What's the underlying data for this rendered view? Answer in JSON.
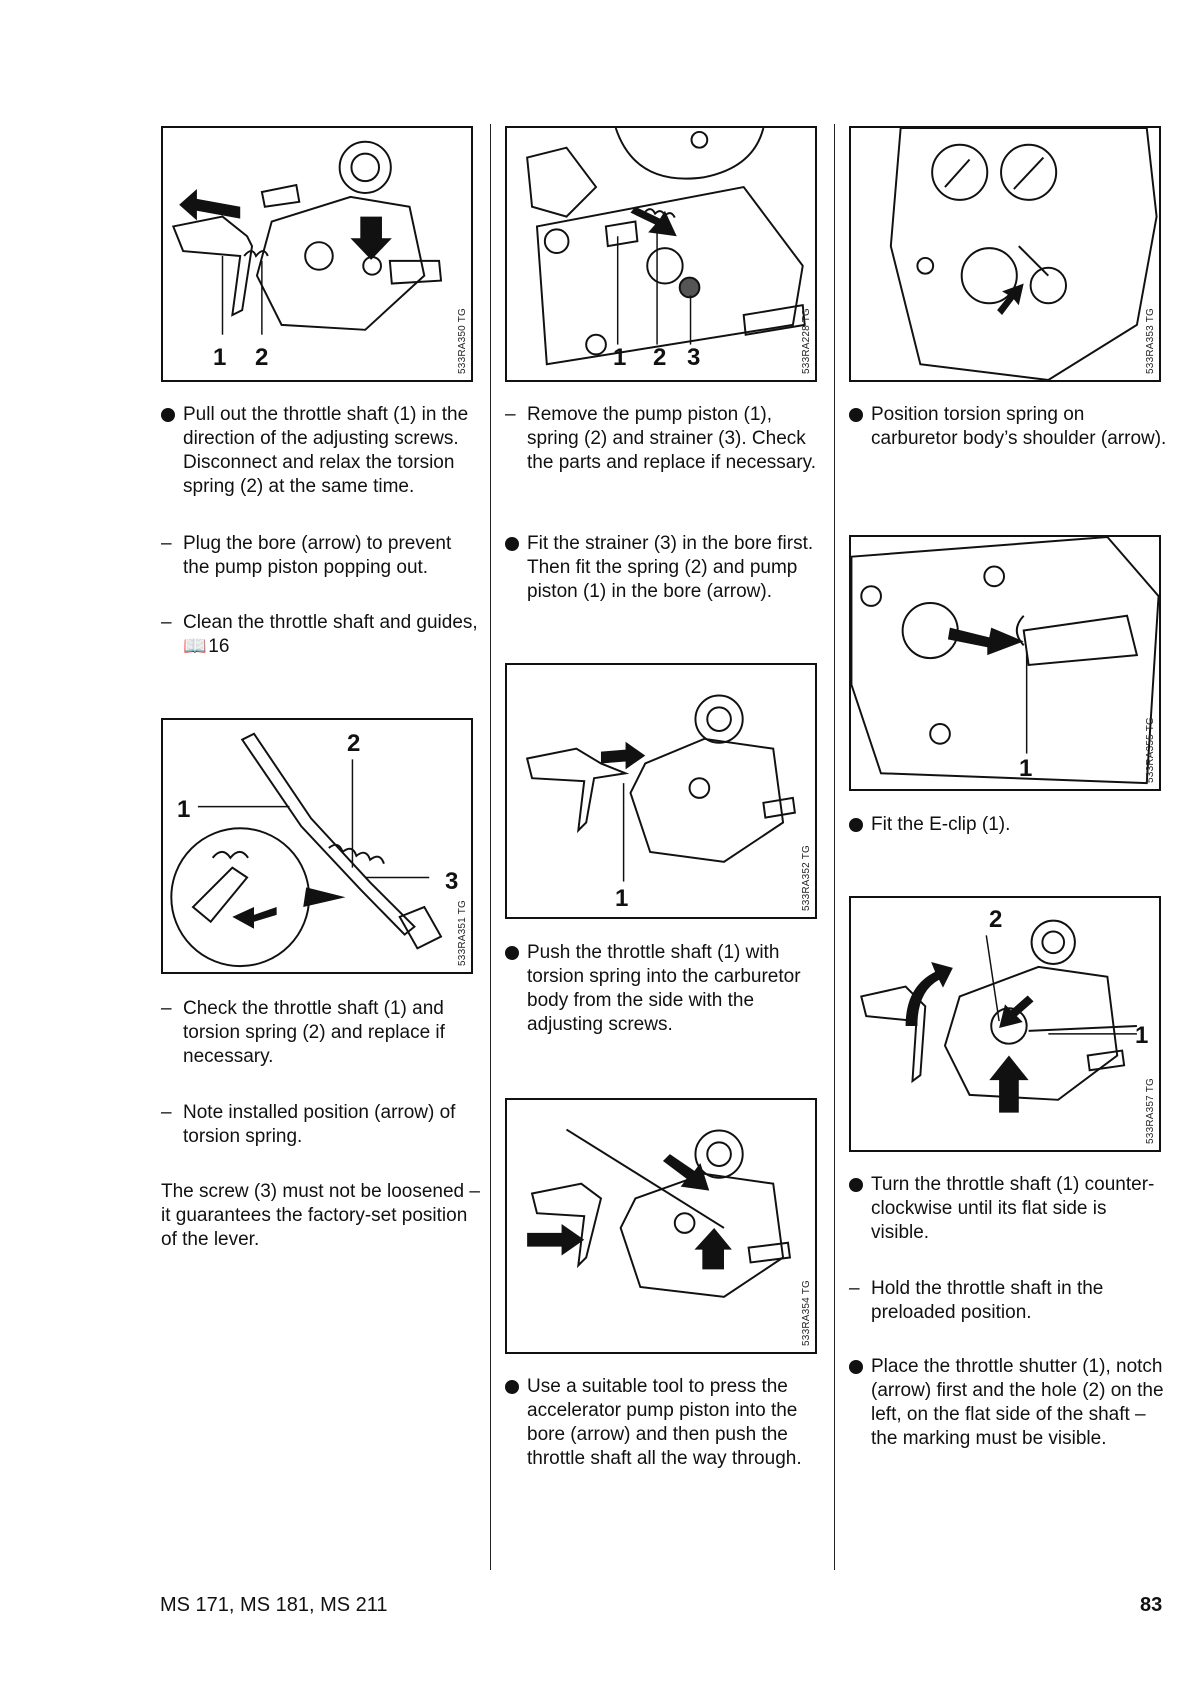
{
  "figures": {
    "f350": {
      "code": "533RA350 TG",
      "labels": [
        "1",
        "2"
      ]
    },
    "f228": {
      "code": "533RA228 TG",
      "labels": [
        "1",
        "2",
        "3"
      ]
    },
    "f353": {
      "code": "533RA353 TG"
    },
    "f351": {
      "code": "533RA351 TG",
      "labels": [
        "1",
        "2",
        "3"
      ]
    },
    "f352": {
      "code": "533RA352 TG",
      "labels": [
        "1"
      ]
    },
    "f355": {
      "code": "533RA355 TG",
      "labels": [
        "1"
      ]
    },
    "f357": {
      "code": "533RA357 TG",
      "labels": [
        "1",
        "2"
      ]
    },
    "f354": {
      "code": "533RA354 TG"
    }
  },
  "col1": {
    "p1": "Pull out the throttle shaft (1) in the direction of the adjusting screws. Disconnect and relax the torsion spring (2) at the same time.",
    "p2": "Plug the bore (arrow) to prevent the pump piston popping out.",
    "p3_text": "Clean the throttle shaft and guides,",
    "p3_ref": "16",
    "p4": "Check the throttle shaft (1) and torsion spring (2) and replace if necessary.",
    "p5": "Note installed position (arrow) of torsion spring.",
    "p6": "The screw (3) must not be loosened – it guarantees the factory-set position of the lever."
  },
  "col2": {
    "p1": "Remove the pump piston (1), spring (2) and strainer (3). Check the parts and replace if necessary.",
    "p2": "Fit the strainer (3) in the bore first. Then fit the spring (2) and pump piston (1) in the bore (arrow).",
    "p3": "Push the throttle shaft (1) with torsion spring into the carburetor body from the side with the adjusting screws.",
    "p4": "Use a suitable tool to press the accelerator pump piston into the bore (arrow) and then push the throttle shaft all the way through."
  },
  "col3": {
    "p1": "Position torsion spring on carburetor body’s shoulder (arrow).",
    "p2": "Fit the E-clip (1).",
    "p3": "Turn the throttle shaft (1) counter-clockwise until its flat side is visible.",
    "p4": "Hold the throttle shaft in the preloaded position.",
    "p5": "Place the throttle shutter (1), notch (arrow) first and the hole (2) on the left, on the flat side of the shaft – the marking must be visible."
  },
  "dash": "–",
  "footer": {
    "models": "MS 171, MS 181, MS 211",
    "page": "83"
  }
}
